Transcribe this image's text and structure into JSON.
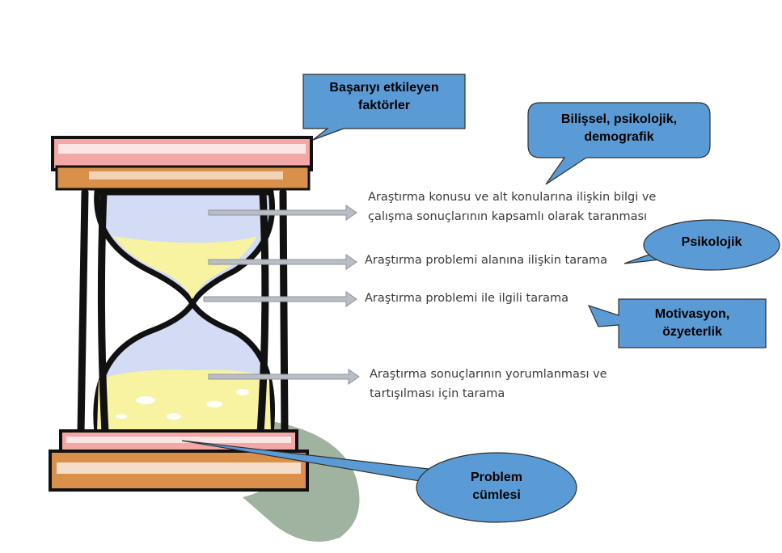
{
  "callouts": {
    "success_factors": {
      "line1": "Başarıyı etkileyen",
      "line2": "faktörler"
    },
    "categories": {
      "line1": "Bilişsel, psikolojik,",
      "line2": "demografik"
    },
    "psychological": {
      "label": "Psikolojik"
    },
    "motivation": {
      "line1": "Motivasyon,",
      "line2": "özyeterlik"
    },
    "problem_statement": {
      "line1": "Problem",
      "line2": "cümlesi"
    }
  },
  "steps": [
    {
      "line1": "Araştırma konusu ve alt konularına ilişkin bilgi ve",
      "line2": "çalışma sonuçlarının kapsamlı olarak taranması"
    },
    {
      "line1": "Araştırma problemi alanına ilişkin tarama"
    },
    {
      "line1": "Araştırma problemi ile ilgili tarama"
    },
    {
      "line1": "Araştırma sonuçlarının yorumlanması ve",
      "line2": "tartışılması için tarama"
    }
  ],
  "colors": {
    "callout_fill": "#5b9bd5",
    "callout_stroke": "#2f2f2f",
    "frame": "#111111",
    "cap_pink": "#f4a7a7",
    "cap_orange": "#d9904a",
    "glass_blue": "#d3dbf5",
    "sand_yellow": "#f7f3a0",
    "shadow_green": "#9fb3a0",
    "arrow_gray": "#b9bec6"
  }
}
